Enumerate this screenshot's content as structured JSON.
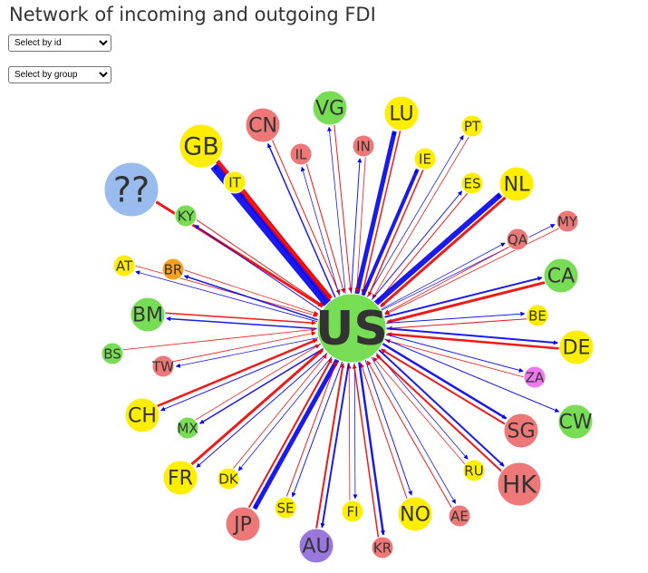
{
  "title": "Network of incoming and outgoing FDI",
  "controls": {
    "select_id": {
      "selected": "Select by id"
    },
    "select_group": {
      "selected": "Select by group"
    }
  },
  "colors": {
    "inflow": "#ee0000",
    "outflow": "#0000ee",
    "group_green": "#77dd55",
    "group_red": "#ee7777",
    "group_yellow": "#ffee00",
    "group_orange": "#ffa020",
    "group_purple": "#9977dd",
    "group_magenta": "#ee77ee",
    "group_blue": "#99bbee"
  },
  "center": {
    "id": "US",
    "group": "green"
  },
  "nodes": [
    {
      "id": "GB",
      "group": "yellow",
      "size": "large",
      "in": 5,
      "out": 10
    },
    {
      "id": "CN",
      "group": "red",
      "size": "medium",
      "in": 1,
      "out": 1.5
    },
    {
      "id": "VG",
      "group": "green",
      "size": "medium",
      "in": 1,
      "out": 0.7
    },
    {
      "id": "LU",
      "group": "yellow",
      "size": "medium",
      "in": 1.5,
      "out": 5
    },
    {
      "id": "PT",
      "group": "yellow",
      "size": "small",
      "in": 0.5,
      "out": 0.5
    },
    {
      "id": "IL",
      "group": "red",
      "size": "small",
      "in": 1,
      "out": 0.7
    },
    {
      "id": "IN",
      "group": "red",
      "size": "small",
      "in": 0.7,
      "out": 1
    },
    {
      "id": "IE",
      "group": "yellow",
      "size": "small",
      "in": 1.5,
      "out": 4
    },
    {
      "id": "ES",
      "group": "yellow",
      "size": "small",
      "in": 1,
      "out": 1
    },
    {
      "id": "NL",
      "group": "yellow",
      "size": "medium",
      "in": 3,
      "out": 6
    },
    {
      "id": "MY",
      "group": "red",
      "size": "small",
      "in": 0.7,
      "out": 0.7
    },
    {
      "id": "QA",
      "group": "red",
      "size": "small",
      "in": 0.7,
      "out": 0.3
    },
    {
      "id": "??",
      "group": "blue",
      "size": "xlarge",
      "in": 3,
      "out": 0
    },
    {
      "id": "IT",
      "group": "yellow",
      "size": "small",
      "in": 1.5,
      "out": 1
    },
    {
      "id": "KY",
      "group": "green",
      "size": "small",
      "in": 1,
      "out": 1
    },
    {
      "id": "CA",
      "group": "green",
      "size": "medium",
      "in": 3,
      "out": 2
    },
    {
      "id": "AT",
      "group": "yellow",
      "size": "small",
      "in": 0.7,
      "out": 0.7
    },
    {
      "id": "BR",
      "group": "orange",
      "size": "small",
      "in": 0.7,
      "out": 1.5
    },
    {
      "id": "BE",
      "group": "yellow",
      "size": "small",
      "in": 1,
      "out": 1
    },
    {
      "id": "BM",
      "group": "green",
      "size": "medium",
      "in": 1.5,
      "out": 1.5
    },
    {
      "id": "DE",
      "group": "yellow",
      "size": "medium",
      "in": 2.5,
      "out": 2
    },
    {
      "id": "BS",
      "group": "green",
      "size": "small",
      "in": 0.7,
      "out": 0
    },
    {
      "id": "TW",
      "group": "red",
      "size": "small",
      "in": 0.7,
      "out": 0.7
    },
    {
      "id": "ZA",
      "group": "magenta",
      "size": "small",
      "in": 0.5,
      "out": 1
    },
    {
      "id": "CH",
      "group": "yellow",
      "size": "medium",
      "in": 2.5,
      "out": 1
    },
    {
      "id": "CW",
      "group": "green",
      "size": "medium",
      "in": 0,
      "out": 1
    },
    {
      "id": "MX",
      "group": "green",
      "size": "small",
      "in": 0.7,
      "out": 1.5
    },
    {
      "id": "SG",
      "group": "red",
      "size": "medium",
      "in": 2,
      "out": 2.5
    },
    {
      "id": "FR",
      "group": "yellow",
      "size": "medium",
      "in": 3,
      "out": 1
    },
    {
      "id": "DK",
      "group": "yellow",
      "size": "small",
      "in": 0.7,
      "out": 0.7
    },
    {
      "id": "RU",
      "group": "yellow",
      "size": "small",
      "in": 0.7,
      "out": 0.3
    },
    {
      "id": "HK",
      "group": "red",
      "size": "large",
      "in": 2,
      "out": 2
    },
    {
      "id": "JP",
      "group": "red",
      "size": "medium",
      "in": 2,
      "out": 5
    },
    {
      "id": "SE",
      "group": "yellow",
      "size": "small",
      "in": 1,
      "out": 1
    },
    {
      "id": "FI",
      "group": "yellow",
      "size": "small",
      "in": 0.7,
      "out": 0.7
    },
    {
      "id": "NO",
      "group": "yellow",
      "size": "medium",
      "in": 1,
      "out": 1
    },
    {
      "id": "AE",
      "group": "red",
      "size": "small",
      "in": 1,
      "out": 0.7
    },
    {
      "id": "AU",
      "group": "purple",
      "size": "medium",
      "in": 2,
      "out": 2
    },
    {
      "id": "KR",
      "group": "red",
      "size": "small",
      "in": 1.5,
      "out": 2.5
    }
  ]
}
